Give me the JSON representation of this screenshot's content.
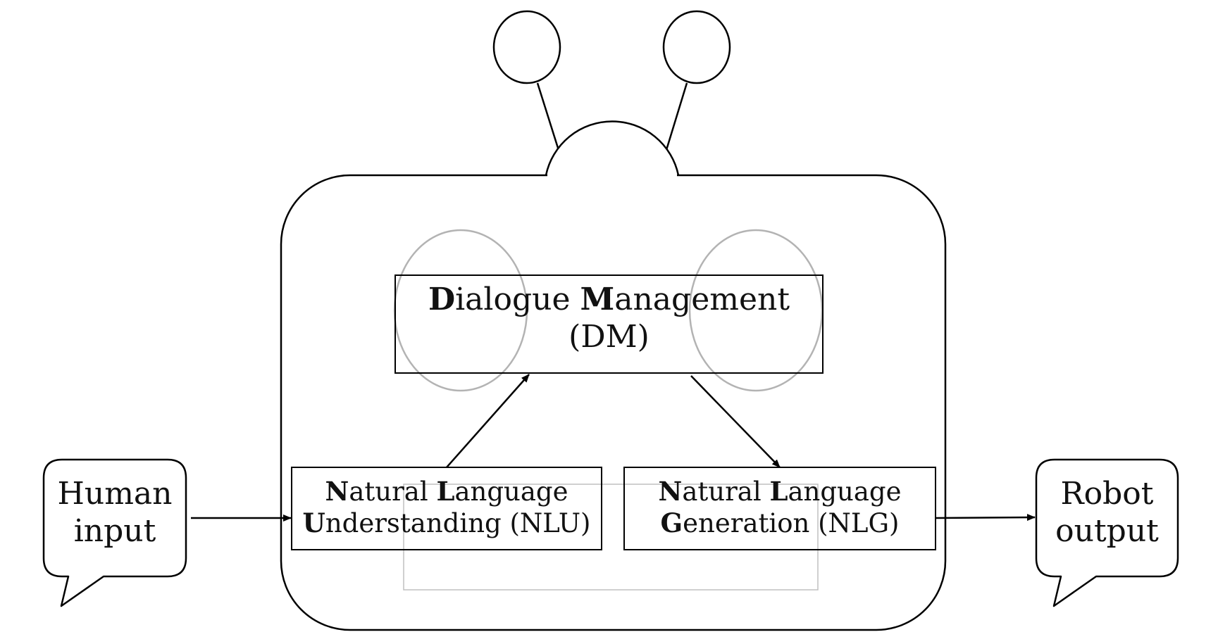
{
  "dm": {
    "line1": [
      {
        "bold": "D",
        "rest": "ialogue "
      },
      {
        "bold": "M",
        "rest": "anagement"
      }
    ],
    "line2": "(DM)"
  },
  "nlu": {
    "line1": [
      {
        "bold": "N",
        "rest": "atural "
      },
      {
        "bold": "L",
        "rest": "anguage"
      }
    ],
    "line2": [
      {
        "bold": "U",
        "rest": "nderstanding (NLU)"
      }
    ]
  },
  "nlg": {
    "line1": [
      {
        "bold": "N",
        "rest": "atural "
      },
      {
        "bold": "L",
        "rest": "anguage"
      }
    ],
    "line2": [
      {
        "bold": "G",
        "rest": "eneration (NLG)"
      }
    ]
  },
  "human_bubble": {
    "line1": "Human",
    "line2": "input"
  },
  "robot_bubble": {
    "line1": "Robot",
    "line2": "output"
  },
  "colors": {
    "stroke": "#000000",
    "faint": "#b3b3b3"
  }
}
